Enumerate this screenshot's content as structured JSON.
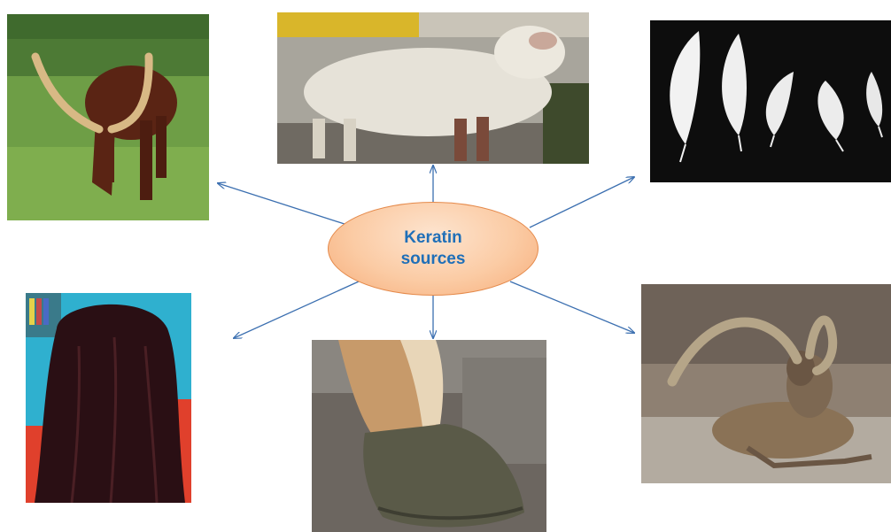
{
  "center": {
    "label": "Keratin sources"
  },
  "sources": [
    {
      "id": "cattle-horn",
      "icon": "bull-with-horns"
    },
    {
      "id": "wool",
      "icon": "sheep"
    },
    {
      "id": "feathers",
      "icon": "feathers"
    },
    {
      "id": "hair",
      "icon": "human-hair"
    },
    {
      "id": "hoof",
      "icon": "hoof"
    },
    {
      "id": "ibex-horn",
      "icon": "ibex"
    }
  ],
  "colors": {
    "arrow": "#3b6fb0",
    "ellipse_fill": "#fbcba4",
    "ellipse_stroke": "#e58a4b",
    "label": "#1f6fb8"
  }
}
